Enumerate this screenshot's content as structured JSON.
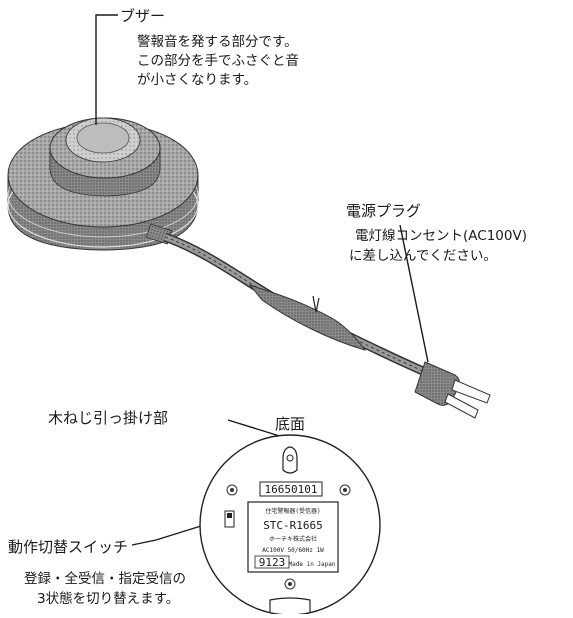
{
  "buzzer": {
    "title": "ブザー",
    "desc": [
      "警報音を発する部分です。",
      "この部分を手でふさぐと音",
      "が小さくなります。"
    ]
  },
  "plug": {
    "title": "電源プラグ",
    "desc": [
      "電灯線コンセント(AC100V)",
      "に差し込んでください。"
    ]
  },
  "bottom": {
    "title": "底面",
    "screw_label": "木ねじ引っ掛け部",
    "switch_label": "動作切替スイッチ",
    "switch_desc": [
      "登録・全受信・指定受信の",
      "3状態を切り替えます。"
    ]
  },
  "plate": {
    "serial": "16650101",
    "line1": "住宅警報器(受信器)",
    "model": "STC-R1665",
    "maker": "ホーチキ株式会社",
    "spec": "AC100V 50/60Hz 1W",
    "code": "9123",
    "made": "Made in Japan"
  },
  "colors": {
    "ink": "#1a1a1a",
    "device": "#9a9a9a",
    "device_dark": "#6e6e6e"
  }
}
